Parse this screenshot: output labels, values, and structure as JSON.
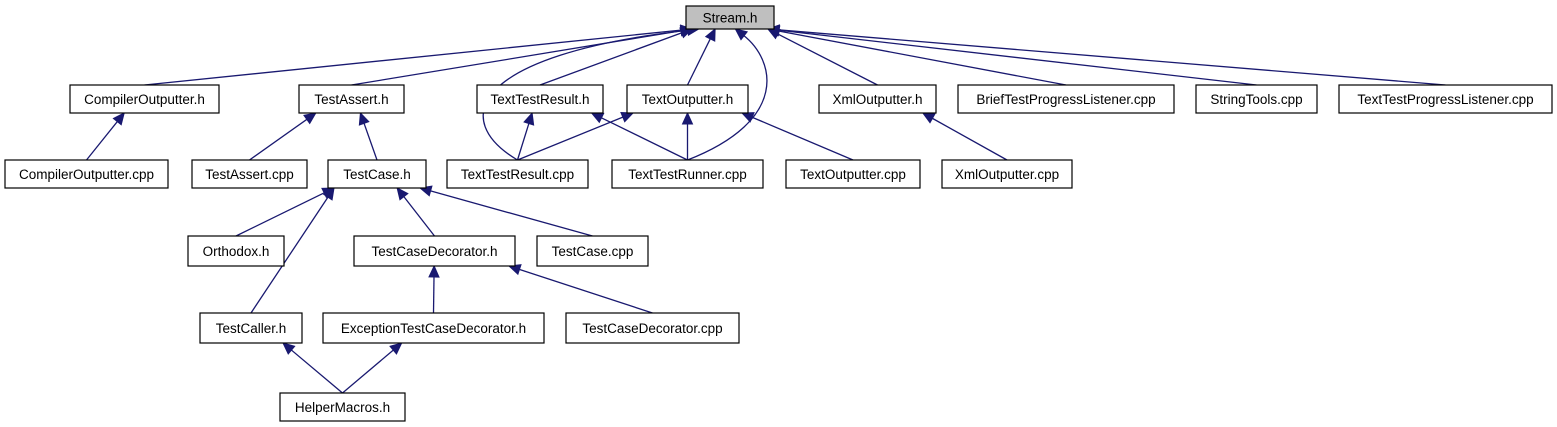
{
  "diagram": {
    "type": "include-dependency-graph",
    "colors": {
      "edge": "#191970",
      "root_fill": "#bfbfbf",
      "node_fill": "#ffffff",
      "border": "#000000"
    },
    "nodes": [
      {
        "id": "stream_h",
        "label": "Stream.h",
        "root": true
      },
      {
        "id": "compileroutputter_h",
        "label": "CompilerOutputter.h"
      },
      {
        "id": "testassert_h",
        "label": "TestAssert.h"
      },
      {
        "id": "texttestresult_h",
        "label": "TextTestResult.h"
      },
      {
        "id": "textoutputter_h",
        "label": "TextOutputter.h"
      },
      {
        "id": "xmloutputter_h",
        "label": "XmlOutputter.h"
      },
      {
        "id": "brieftestprogresslistener_cpp",
        "label": "BriefTestProgressListener.cpp"
      },
      {
        "id": "stringtools_cpp",
        "label": "StringTools.cpp"
      },
      {
        "id": "texttestprogresslistener_cpp",
        "label": "TextTestProgressListener.cpp"
      },
      {
        "id": "compileroutputter_cpp",
        "label": "CompilerOutputter.cpp"
      },
      {
        "id": "testassert_cpp",
        "label": "TestAssert.cpp"
      },
      {
        "id": "testcase_h",
        "label": "TestCase.h"
      },
      {
        "id": "texttestresult_cpp",
        "label": "TextTestResult.cpp"
      },
      {
        "id": "texttestrunner_cpp",
        "label": "TextTestRunner.cpp"
      },
      {
        "id": "textoutputter_cpp",
        "label": "TextOutputter.cpp"
      },
      {
        "id": "xmloutputter_cpp",
        "label": "XmlOutputter.cpp"
      },
      {
        "id": "orthodox_h",
        "label": "Orthodox.h"
      },
      {
        "id": "testcasedecorator_h",
        "label": "TestCaseDecorator.h"
      },
      {
        "id": "testcase_cpp",
        "label": "TestCase.cpp"
      },
      {
        "id": "testcaller_h",
        "label": "TestCaller.h"
      },
      {
        "id": "exceptiontestcasedecorator_h",
        "label": "ExceptionTestCaseDecorator.h"
      },
      {
        "id": "testcasedecorator_cpp",
        "label": "TestCaseDecorator.cpp"
      },
      {
        "id": "helpermacros_h",
        "label": "HelperMacros.h"
      }
    ],
    "edges": [
      {
        "from": "compileroutputter_h",
        "to": "stream_h"
      },
      {
        "from": "testassert_h",
        "to": "stream_h"
      },
      {
        "from": "texttestresult_h",
        "to": "stream_h"
      },
      {
        "from": "textoutputter_h",
        "to": "stream_h"
      },
      {
        "from": "xmloutputter_h",
        "to": "stream_h"
      },
      {
        "from": "brieftestprogresslistener_cpp",
        "to": "stream_h"
      },
      {
        "from": "stringtools_cpp",
        "to": "stream_h"
      },
      {
        "from": "texttestprogresslistener_cpp",
        "to": "stream_h"
      },
      {
        "from": "texttestresult_cpp",
        "to": "stream_h"
      },
      {
        "from": "texttestrunner_cpp",
        "to": "stream_h"
      },
      {
        "from": "compileroutputter_cpp",
        "to": "compileroutputter_h"
      },
      {
        "from": "testassert_cpp",
        "to": "testassert_h"
      },
      {
        "from": "testcase_h",
        "to": "testassert_h"
      },
      {
        "from": "texttestresult_cpp",
        "to": "texttestresult_h"
      },
      {
        "from": "texttestrunner_cpp",
        "to": "texttestresult_h"
      },
      {
        "from": "texttestresult_cpp",
        "to": "textoutputter_h"
      },
      {
        "from": "texttestrunner_cpp",
        "to": "textoutputter_h"
      },
      {
        "from": "textoutputter_cpp",
        "to": "textoutputter_h"
      },
      {
        "from": "xmloutputter_cpp",
        "to": "xmloutputter_h"
      },
      {
        "from": "orthodox_h",
        "to": "testcase_h"
      },
      {
        "from": "testcaller_h",
        "to": "testcase_h"
      },
      {
        "from": "testcasedecorator_h",
        "to": "testcase_h"
      },
      {
        "from": "testcase_cpp",
        "to": "testcase_h"
      },
      {
        "from": "exceptiontestcasedecorator_h",
        "to": "testcasedecorator_h"
      },
      {
        "from": "testcasedecorator_cpp",
        "to": "testcasedecorator_h"
      },
      {
        "from": "helpermacros_h",
        "to": "testcaller_h"
      },
      {
        "from": "helpermacros_h",
        "to": "exceptiontestcasedecorator_h"
      }
    ]
  }
}
